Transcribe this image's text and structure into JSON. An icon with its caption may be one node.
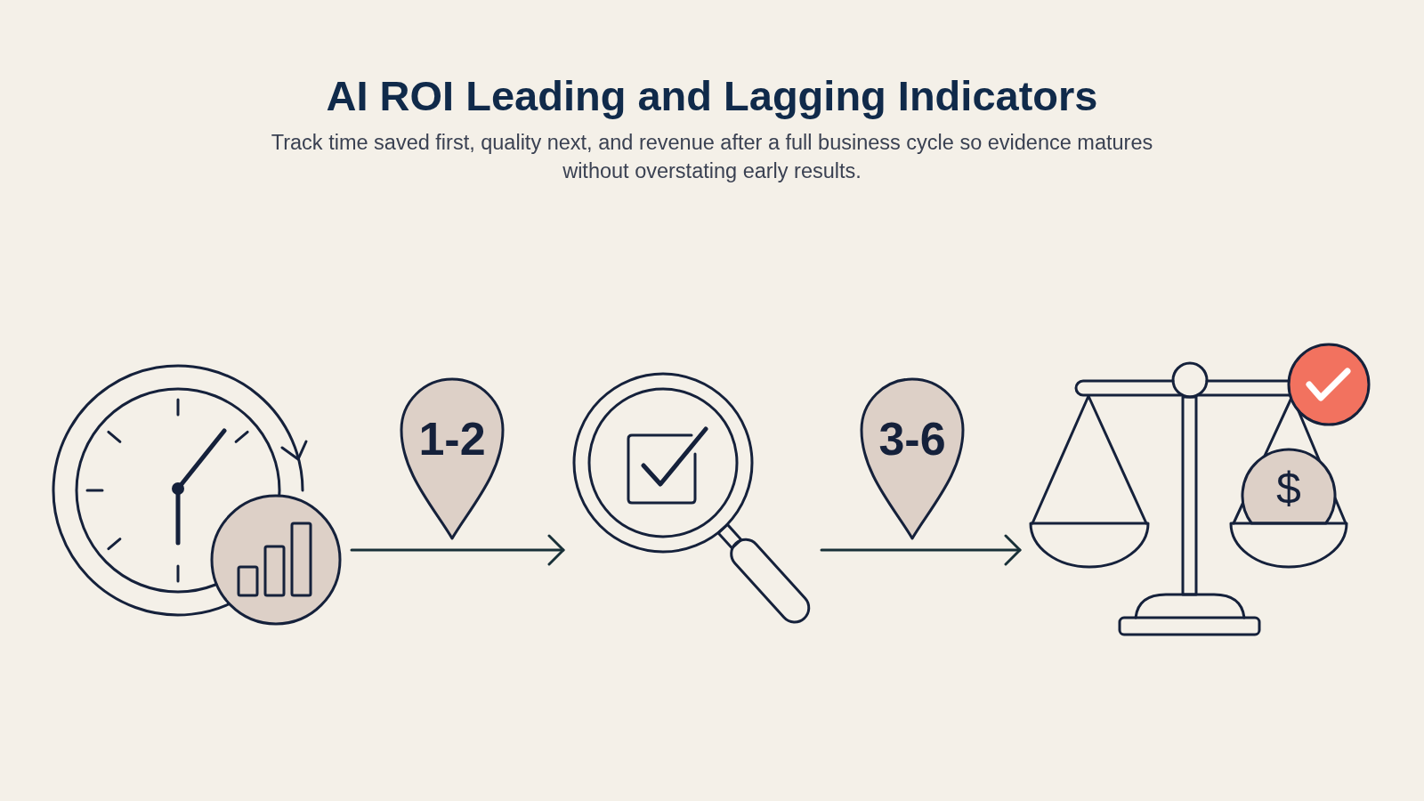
{
  "diagram": {
    "title": "AI ROI Leading and Lagging Indicators",
    "nodes": [
      {
        "text": [],
        "shape": "picture"
      },
      {
        "text": [
          "1-2"
        ]
      },
      {
        "text": [],
        "shape": "picture"
      },
      {
        "text": [
          "3-6"
        ]
      },
      {
        "text": [],
        "shape": "picture"
      }
    ],
    "edges": [
      {
        "from": 0,
        "to": 2,
        "arrow": "to"
      },
      {
        "from": 2,
        "to": 4,
        "arrow": "to"
      }
    ],
    "labels": [
      "Track time saved first, quality next, and revenue after a full business cycle so evidence matures without overstating early results.",
      "$"
    ]
  }
}
